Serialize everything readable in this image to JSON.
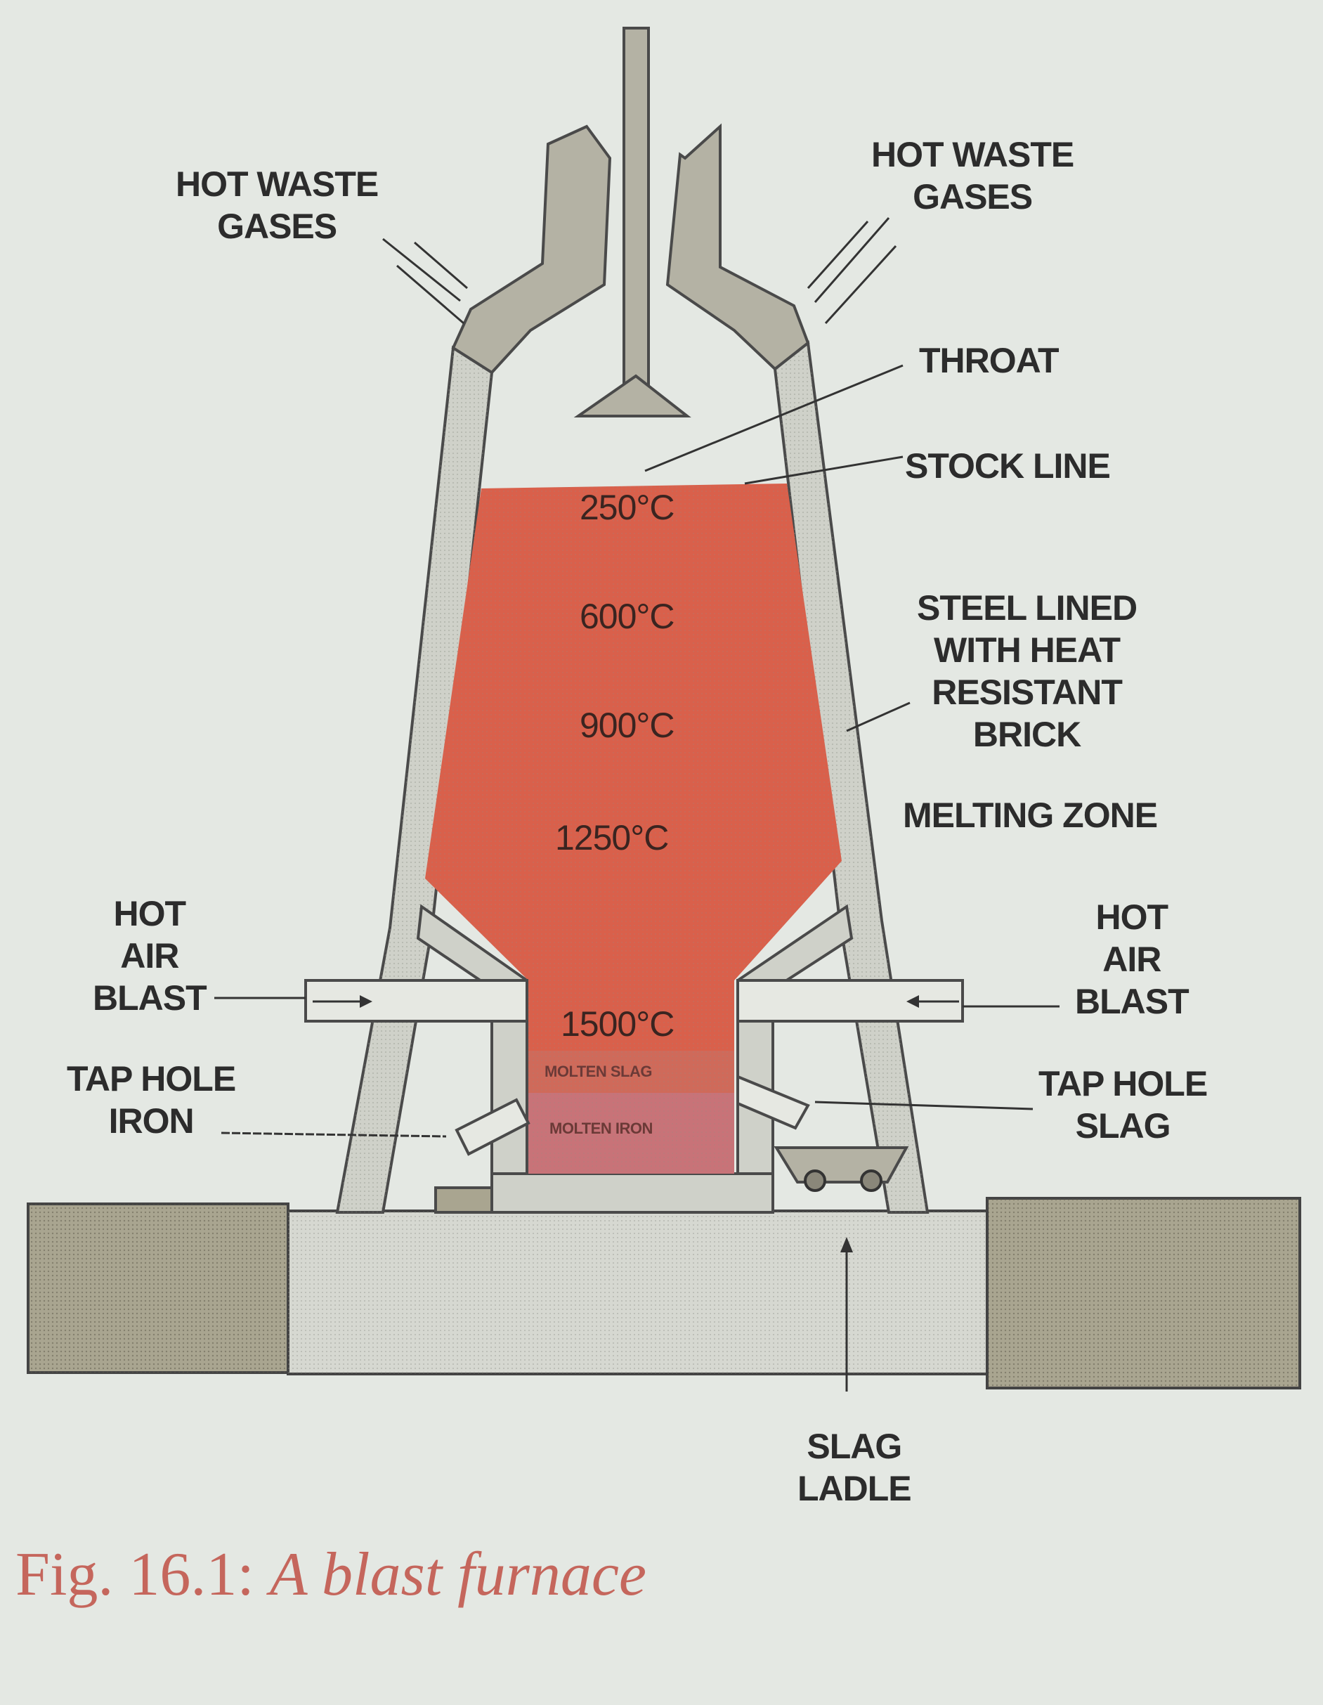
{
  "labels": {
    "hot_waste_left": [
      "HOT WASTE",
      "GASES"
    ],
    "hot_waste_right": [
      "HOT WASTE",
      "GASES"
    ],
    "throat": "THROAT",
    "stock_line": "STOCK LINE",
    "steel_lined": [
      "STEEL LINED",
      "WITH HEAT",
      "RESISTANT",
      "BRICK"
    ],
    "melting_zone": "MELTING ZONE",
    "hot_air_left": [
      "HOT",
      "AIR",
      "BLAST"
    ],
    "hot_air_right": [
      "HOT",
      "AIR",
      "BLAST"
    ],
    "tap_hole_iron": [
      "TAP HOLE",
      "IRON"
    ],
    "tap_hole_slag": [
      "TAP HOLE",
      "SLAG"
    ],
    "slag_ladle": [
      "SLAG",
      "LADLE"
    ]
  },
  "zones": {
    "molten_slag": "MOLTEN SLAG",
    "molten_iron": "MOLTEN IRON"
  },
  "temperatures": [
    "250°C",
    "600°C",
    "900°C",
    "1250°C",
    "1500°C"
  ],
  "caption": {
    "prefix": "Fig. 16.1:",
    "title": "A blast furnace"
  },
  "colors": {
    "background": "#e4e8e3",
    "wall": "#cfd1c9",
    "foundation": "#a9a590",
    "hot_zone": "#d9604b",
    "molten_slag": "#cf6a5a",
    "molten_iron": "#c87378",
    "caption": "#c5665c"
  }
}
